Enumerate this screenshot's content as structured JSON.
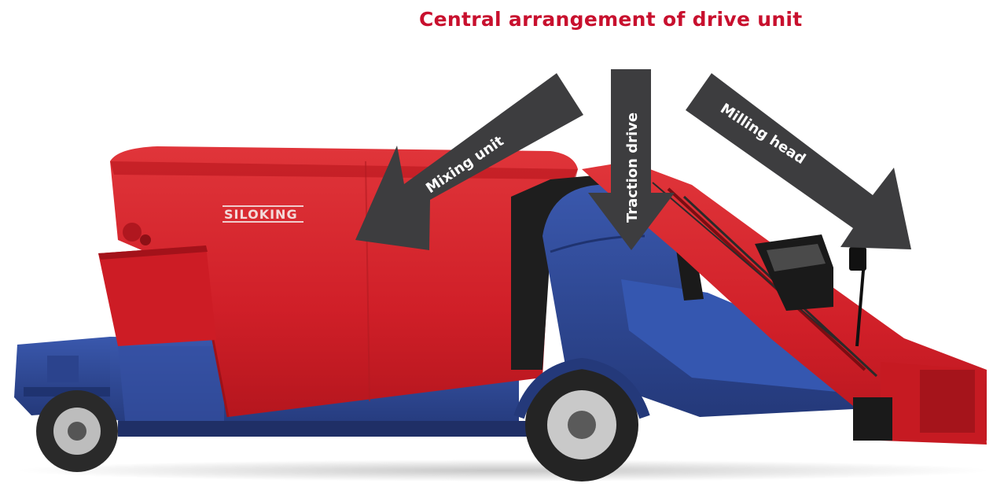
{
  "header": {
    "title": "Central arrangement of drive unit"
  },
  "arrows": [
    {
      "id": "mixing",
      "label": "Mixing unit"
    },
    {
      "id": "traction",
      "label": "Traction drive"
    },
    {
      "id": "milling",
      "label": "Milling head"
    }
  ],
  "machine": {
    "brand": "SILOKING"
  },
  "colors": {
    "title": "#c8102e",
    "arrow": "#3d3d3f",
    "hopper_red": "#d8202a",
    "chassis_blue": "#2f4b9a",
    "tire": "#2a2a2a"
  },
  "icons": [
    "arrow-mixing-unit-icon",
    "arrow-traction-drive-icon",
    "arrow-milling-head-icon"
  ]
}
